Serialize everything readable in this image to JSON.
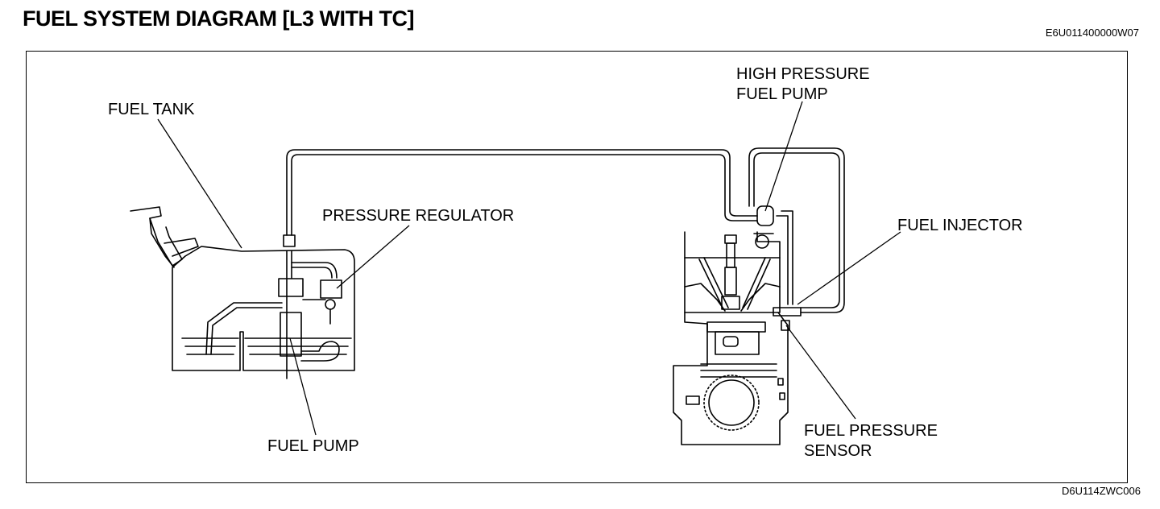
{
  "header": {
    "title": "FUEL SYSTEM DIAGRAM [L3 WITH TC]",
    "code_top": "E6U011400000W07"
  },
  "footer": {
    "code_bottom": "D6U114ZWC006"
  },
  "labels": {
    "fuel_tank": "FUEL TANK",
    "pressure_regulator": "PRESSURE REGULATOR",
    "fuel_pump": "FUEL PUMP",
    "high_pressure_fuel_pump": "HIGH PRESSURE\nFUEL PUMP",
    "fuel_injector": "FUEL INJECTOR",
    "fuel_pressure_sensor": "FUEL PRESSURE\nSENSOR"
  }
}
